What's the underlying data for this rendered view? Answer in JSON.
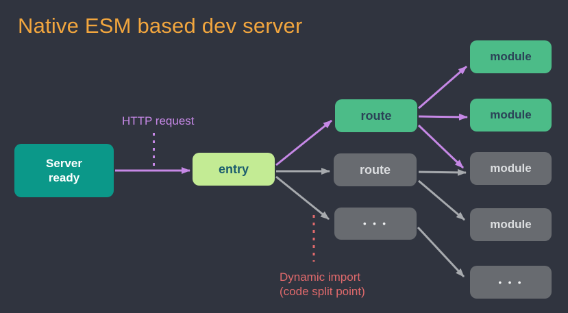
{
  "title": "Native ESM based dev server",
  "colors": {
    "bg": "#30343f",
    "titleColor": "#f2a63e",
    "teal": "#0b9889",
    "lime": "#c3eb94",
    "green": "#4cbc88",
    "grayBox": "#686b70",
    "purple": "#c688e6",
    "grayArrow": "#a7aaae",
    "red": "#e16a6c",
    "textOnTeal": "#ffffff",
    "textOnLime": "#1b5c6e",
    "textOnGreen": "#2b4257",
    "textOnGray": "#dcdee0"
  },
  "nodes": {
    "server_ready": "Server ready",
    "entry": "entry",
    "route_green": "route",
    "route_gray": "route",
    "routes_ellipsis": "• • •",
    "module_green_1": "module",
    "module_green_2": "module",
    "module_gray_1": "module",
    "module_gray_2": "module",
    "modules_ellipsis": "• • •"
  },
  "annotations": {
    "http_request": "HTTP request",
    "dynamic_import_line1": "Dynamic import",
    "dynamic_import_line2": "(code split point)"
  }
}
